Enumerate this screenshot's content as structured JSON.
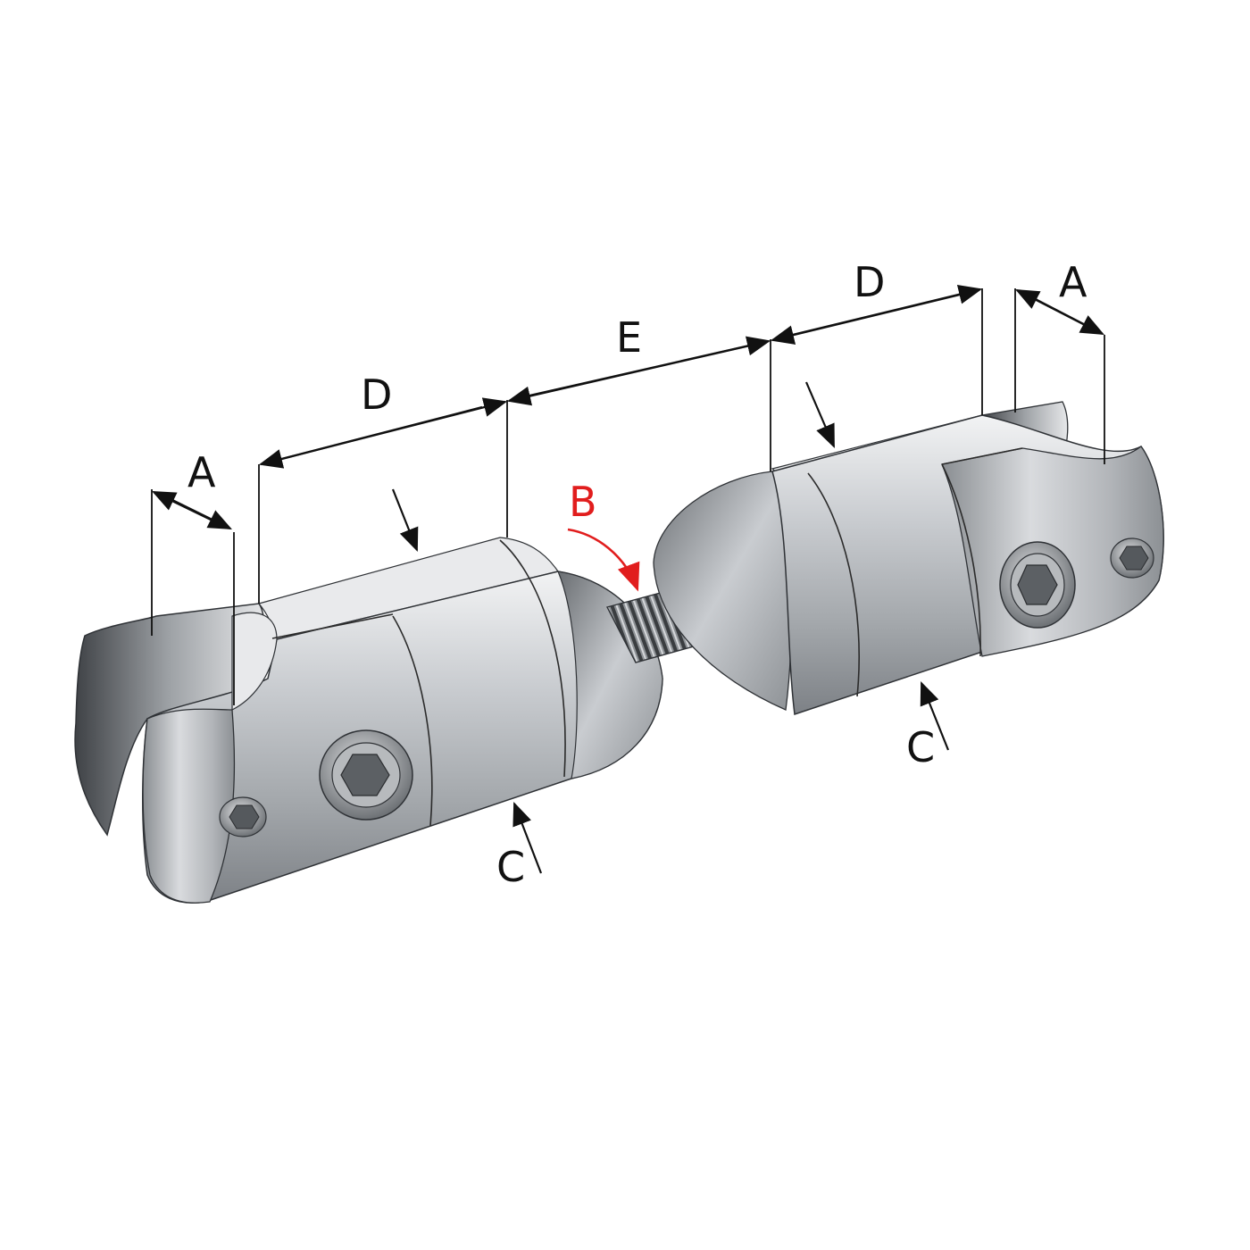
{
  "labels": {
    "a_left": "A",
    "a_right": "A",
    "d_left": "D",
    "d_right": "D",
    "e": "E",
    "b": "B",
    "c_left": "C",
    "c_right": "C"
  },
  "colors": {
    "dimension": "#111111",
    "highlight": "#e11d1d",
    "metal_light": "#d7d9dc",
    "metal_mid": "#a9adb1",
    "metal_dark": "#6e7276"
  }
}
